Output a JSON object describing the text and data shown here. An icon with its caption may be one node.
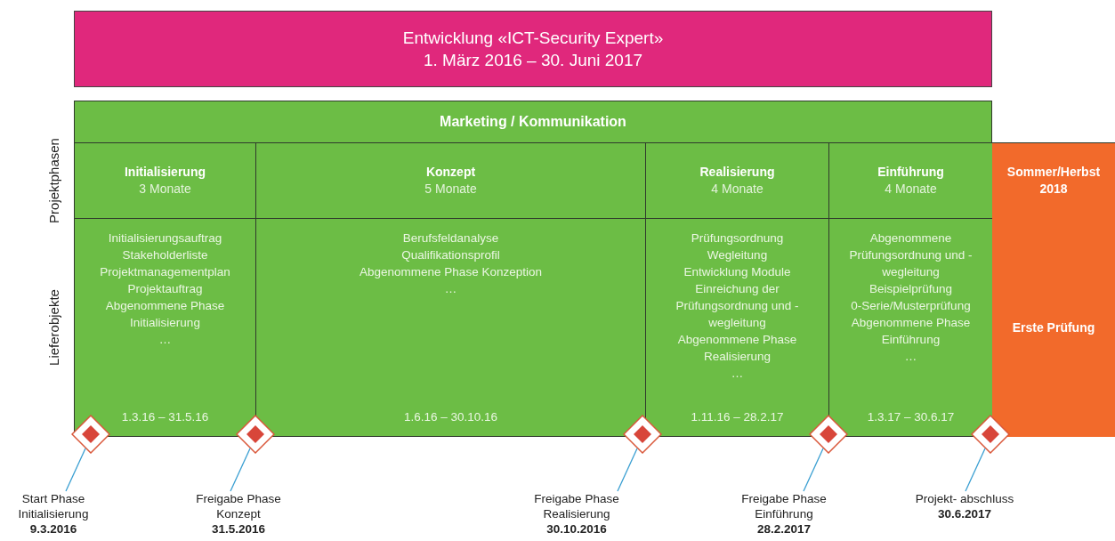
{
  "diagram": {
    "nodes": [
      {
        "text": [
          "Entwicklung «ICT-Security Expert»",
          "1. März 2016 – 30. Juni 2017"
        ]
      },
      {
        "text": [
          "Marketing / Kommunikation"
        ]
      },
      {
        "text": [
          "Initialisierung",
          "3 Monate"
        ]
      },
      {
        "text": [
          "Konzept",
          "5 Monate"
        ]
      },
      {
        "text": [
          "Realisierung",
          "4 Monate"
        ]
      },
      {
        "text": [
          "Einführung",
          "4 Monate"
        ]
      },
      {
        "text": [
          "Sommer/Herbst 2018"
        ]
      },
      {
        "text": [
          "Initialisierungsauftrag",
          "Stakeholderliste",
          "Projektmanagementplan",
          "Projektauftrag",
          "Abgenommene Phase Initialisierung",
          "…",
          "1.3.16 – 31.5.16"
        ]
      },
      {
        "text": [
          "Berufsfeldanalyse",
          "Qualifikationsprofil",
          "Abgenommene Phase Konzeption",
          "…",
          "1.6.16 – 30.10.16"
        ]
      },
      {
        "text": [
          "Prüfungsordnung",
          "Wegleitung",
          "Entwicklung Module",
          "Einreichung der Prüfungsordnung und -wegleitung",
          "Abgenommene Phase Realisierung",
          "…",
          "1.11.16 – 28.2.17"
        ]
      },
      {
        "text": [
          "Abgenommene Prüfungsordnung und -wegleitung",
          "Beispielprüfung",
          "0-Serie/Musterprüfung",
          "Abgenommene Phase Einführung",
          "…",
          "1.3.17 – 30.6.17"
        ]
      },
      {
        "text": [
          "Erste Prüfung"
        ]
      },
      {
        "text": [],
        "shape": "diamond"
      },
      {
        "text": [],
        "shape": "diamond"
      },
      {
        "text": [],
        "shape": "diamond"
      },
      {
        "text": [],
        "shape": "diamond"
      },
      {
        "text": [],
        "shape": "diamond"
      },
      {
        "text": [
          "Start Phase Initialisierung",
          "9.3.2016"
        ]
      },
      {
        "text": [
          "Freigabe Phase Konzept",
          "31.5.2016"
        ]
      },
      {
        "text": [
          "Freigabe Phase Realisierung",
          "30.10.2016"
        ]
      },
      {
        "text": [
          "Freigabe Phase Einführung",
          "28.2.2017"
        ]
      },
      {
        "text": [
          "Projekt- abschluss",
          "30.6.2017"
        ]
      }
    ],
    "edges": [
      {
        "from": 17,
        "to": 12,
        "arrow": "none"
      },
      {
        "from": 18,
        "to": 13,
        "arrow": "none"
      },
      {
        "from": 19,
        "to": 14,
        "arrow": "none"
      },
      {
        "from": 20,
        "to": 15,
        "arrow": "none"
      },
      {
        "from": 21,
        "to": 16,
        "arrow": "none"
      }
    ],
    "labels": [
      "Projektphasen",
      "Lieferobjekte"
    ]
  }
}
